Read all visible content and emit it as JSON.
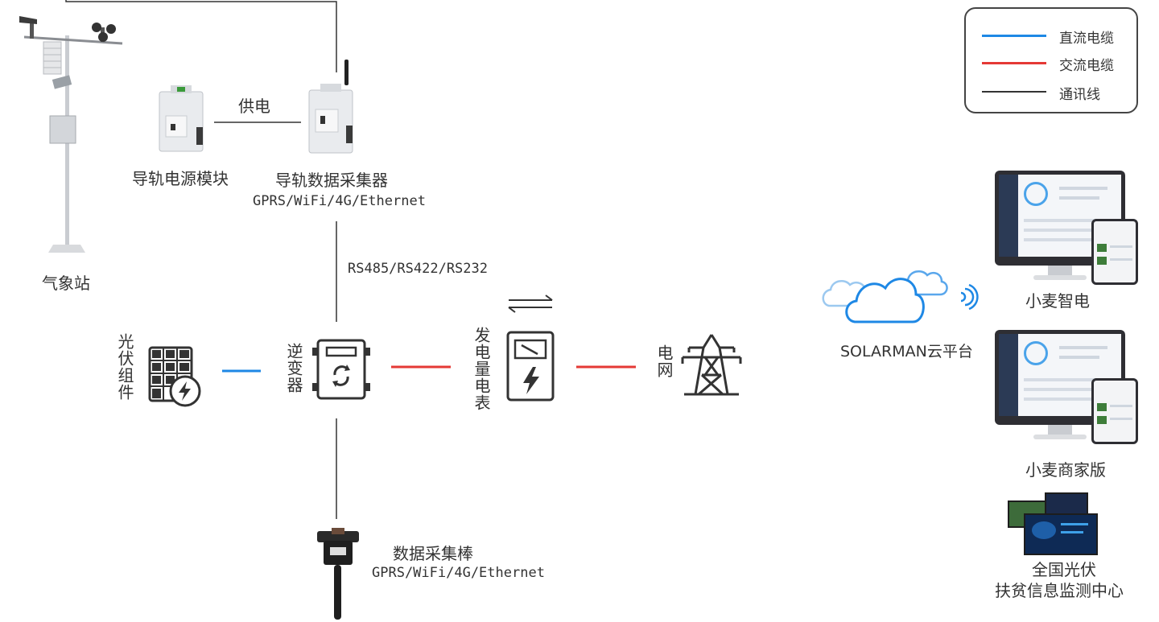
{
  "legend": {
    "items": [
      {
        "label": "直流电缆",
        "color": "#1e88e5"
      },
      {
        "label": "交流电缆",
        "color": "#e53935"
      },
      {
        "label": "通讯线",
        "color": "#333333"
      }
    ]
  },
  "nodes": {
    "weather_station": "气象站",
    "power_module": "导轨电源模块",
    "power_link": "供电",
    "rail_collector": "导轨数据采集器",
    "rail_collector_protocols": "GPRS/WiFi/4G/Ethernet",
    "serial_protocols": "RS485/RS422/RS232",
    "pv_module": "光伏组件",
    "inverter": "逆变器",
    "meter": "发电量电表",
    "grid": "电网",
    "stick_logger": "数据采集棒",
    "stick_logger_protocols": "GPRS/WiFi/4G/Ethernet",
    "cloud": "SOLARMAN云平台",
    "app_smart": "小麦智电",
    "app_business": "小麦商家版",
    "monitor_center_line1": "全国光伏",
    "monitor_center_line2": "扶贫信息监测中心"
  },
  "colors": {
    "dc": "#1e88e5",
    "ac": "#e53935",
    "comm": "#333333"
  }
}
